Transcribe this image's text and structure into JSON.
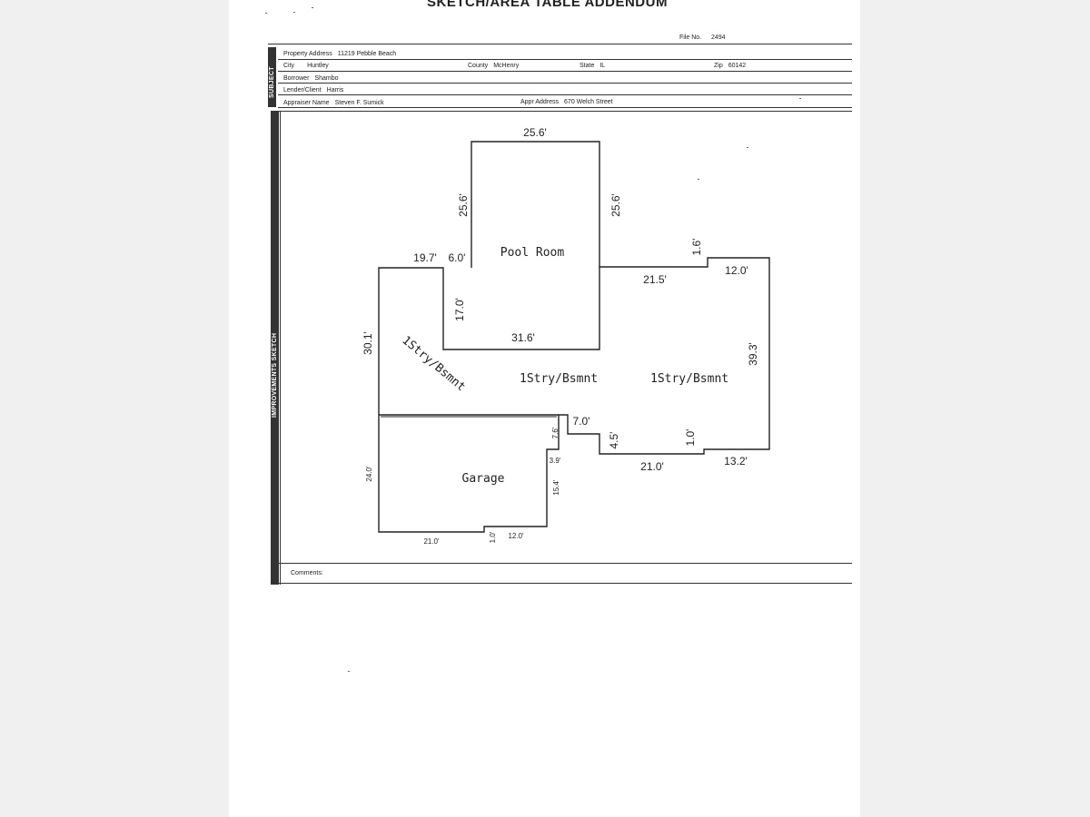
{
  "header": {
    "title": "SKETCH/AREA TABLE ADDENDUM",
    "file_no_label": "File No.",
    "file_no": "2494"
  },
  "subject": {
    "section_label": "SUBJECT",
    "property_address_label": "Property Address",
    "property_address": "11219 Pebble Beach",
    "city_label": "City",
    "city": "Huntley",
    "county_label": "County",
    "county": "McHenry",
    "state_label": "State",
    "state": "IL",
    "zip_label": "Zip",
    "zip": "60142",
    "borrower_label": "Borrower",
    "borrower": "Shambo",
    "lender_label": "Lender/Client",
    "lender": "Harris",
    "appraiser_label": "Appraiser Name",
    "appraiser": "Steven F. Sumick",
    "appr_address_label": "Appr Address",
    "appr_address": "670 Welch Street"
  },
  "sketch": {
    "section_label": "IMPROVEMENTS SKETCH",
    "rooms": {
      "pool_room": "Pool Room",
      "main_left": "1Stry/Bsmnt",
      "main_center": "1Stry/Bsmnt",
      "main_right": "1Stry/Bsmnt",
      "garage": "Garage"
    },
    "dimensions": {
      "pool_top": "25.6'",
      "pool_left_upper": "25.6'",
      "pool_right": "25.6'",
      "top_left_19_7": "19.7'",
      "top_left_6_0": "6.0'",
      "pool_left_lower": "17.0'",
      "pool_bottom": "31.6'",
      "left_side": "30.1'",
      "right_21_5": "21.5'",
      "right_1_6": "1.6'",
      "right_12_0": "12.0'",
      "right_side": "39.3'",
      "mid_7_0": "7.0'",
      "mid_4_5": "4.5'",
      "mid_1_0": "1.0'",
      "bottom_21_0": "21.0'",
      "bottom_13_2": "13.2'",
      "garage_7_6": "7.6'",
      "garage_3_9": "3.9'",
      "garage_15_4": "15.4'",
      "garage_24_0": "24.0'",
      "garage_bottom_21_0": "21.0'",
      "garage_1_0": "1.0'",
      "garage_12_0": "12.0'"
    },
    "comments_label": "Comments:"
  }
}
